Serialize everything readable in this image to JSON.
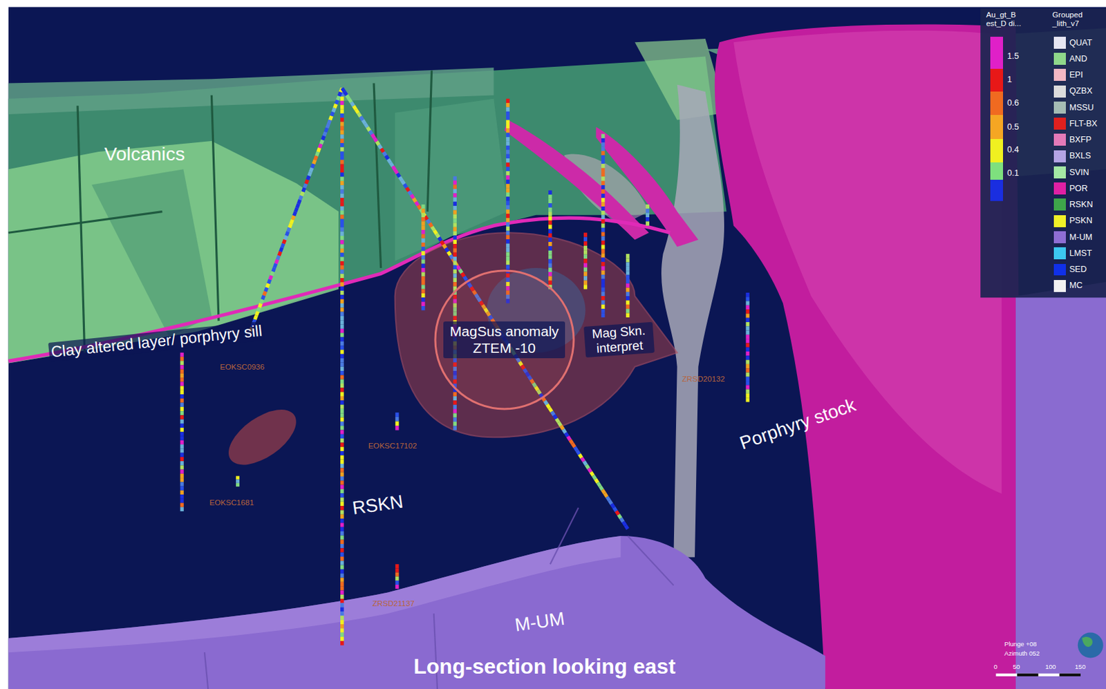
{
  "diagram": {
    "caption": "Long-section looking east",
    "nodes": [
      {
        "text": [
          "MagSus anomaly ZTEM -10"
        ]
      }
    ],
    "labels": [
      "Volcanics",
      "Clay altered layer/ porphyry sill",
      "Mag Skn. interpret",
      "Porphyry stock",
      "RSKN",
      "M-UM",
      "EOKSC0936",
      "EOKSC17102",
      "EOKSC1681",
      "ZRSD21137",
      "ZRSD20132",
      "Au_gt_B est_D di...",
      "Grouped _lith_v7",
      "Plunge +08",
      "Azimuth 052",
      "0",
      "50",
      "100",
      "150"
    ],
    "legend": [
      {
        "text": "1.5",
        "color": "#e020c8"
      },
      {
        "text": "1",
        "color": "#e81818"
      },
      {
        "text": "0.6",
        "color": "#f06a20"
      },
      {
        "text": "0.5",
        "color": "#f5a623"
      },
      {
        "text": "0.4",
        "color": "#f0f020"
      },
      {
        "text": "0.1",
        "color": "#7ee07e"
      },
      {
        "text": "QUAT",
        "color": "#e6e6f2"
      },
      {
        "text": "AND",
        "color": "#8fd88a"
      },
      {
        "text": "EPI",
        "color": "#f4b8c4"
      },
      {
        "text": "QZBX",
        "color": "#dcdcdc"
      },
      {
        "text": "MSSU",
        "color": "#a4bcb4"
      },
      {
        "text": "FLT-BX",
        "color": "#e0201e"
      },
      {
        "text": "BXFP",
        "color": "#e47ab8"
      },
      {
        "text": "BXLS",
        "color": "#b4a4e4"
      },
      {
        "text": "SVIN",
        "color": "#a4e8a4"
      },
      {
        "text": "POR",
        "color": "#e020a4"
      },
      {
        "text": "RSKN",
        "color": "#3ea64a"
      },
      {
        "text": "PSKN",
        "color": "#f0f028"
      },
      {
        "text": "M-UM",
        "color": "#8e6ed4"
      },
      {
        "text": "LMST",
        "color": "#3cc8f0"
      },
      {
        "text": "SED",
        "color": "#1030e8"
      },
      {
        "text": "MC",
        "color": "#f2f2f2"
      }
    ]
  }
}
